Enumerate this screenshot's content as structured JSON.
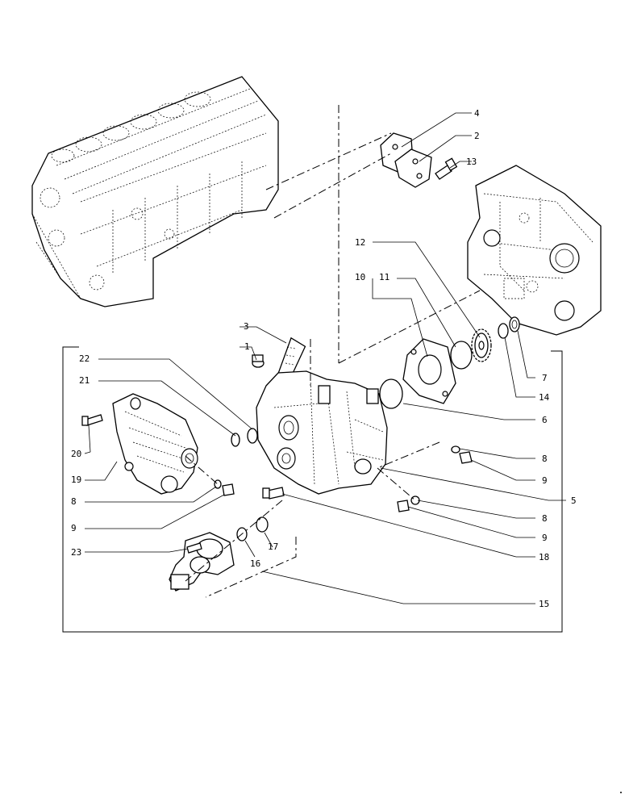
{
  "diagram": {
    "callouts": [
      {
        "id": "c4",
        "text": "4"
      },
      {
        "id": "c2",
        "text": "2"
      },
      {
        "id": "c13",
        "text": "13"
      },
      {
        "id": "c12",
        "text": "12"
      },
      {
        "id": "c10",
        "text": "10"
      },
      {
        "id": "c11",
        "text": "11"
      },
      {
        "id": "c3",
        "text": "3"
      },
      {
        "id": "c1",
        "text": "1"
      },
      {
        "id": "c22",
        "text": "22"
      },
      {
        "id": "c21",
        "text": "21"
      },
      {
        "id": "c20",
        "text": "20"
      },
      {
        "id": "c19",
        "text": "19"
      },
      {
        "id": "c8a",
        "text": "8"
      },
      {
        "id": "c9a",
        "text": "9"
      },
      {
        "id": "c23",
        "text": "23"
      },
      {
        "id": "c16",
        "text": "16"
      },
      {
        "id": "c17",
        "text": "17"
      },
      {
        "id": "c7",
        "text": "7"
      },
      {
        "id": "c14",
        "text": "14"
      },
      {
        "id": "c6",
        "text": "6"
      },
      {
        "id": "c8b",
        "text": "8"
      },
      {
        "id": "c9b",
        "text": "9"
      },
      {
        "id": "c5",
        "text": "5"
      },
      {
        "id": "c8c",
        "text": "8"
      },
      {
        "id": "c9c",
        "text": "9"
      },
      {
        "id": "c18",
        "text": "18"
      },
      {
        "id": "c15",
        "text": "15"
      }
    ]
  }
}
